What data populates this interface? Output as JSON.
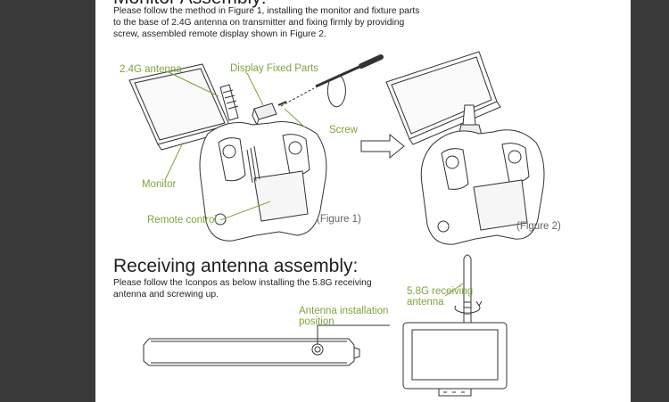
{
  "section1": {
    "heading": "Monitor Assembly:",
    "paragraph_lines": [
      "Please follow the method in Figure 1, installing the monitor and fixture parts",
      "to the base of 2.4G antenna on transmitter and fixing firmly by providing",
      "screw, assembled remote display shown in Figure 2."
    ]
  },
  "figure1": {
    "labels": {
      "antenna": "2.4G antenna",
      "display_fixed_parts": "Display Fixed Parts",
      "screw": "Screw",
      "monitor": "Monitor",
      "remote_control": "Remote control"
    },
    "caption": "(Figure 1)"
  },
  "figure2": {
    "caption": "(Figure 2)"
  },
  "section2": {
    "heading": "Receiving antenna assembly:",
    "paragraph_lines": [
      "Please follow the Iconpos as below installing the 5.8G receiving",
      "antenna and screwing up."
    ],
    "labels": {
      "receiving_antenna_line1": "5.8G receiving",
      "receiving_antenna_line2": "antenna",
      "installation_position_line1": "Antenna installation",
      "installation_position_line2": "position"
    }
  },
  "colors": {
    "label_green": "#7ca53a",
    "heading_dark": "#1f1f1f",
    "line_art": "#333333"
  }
}
